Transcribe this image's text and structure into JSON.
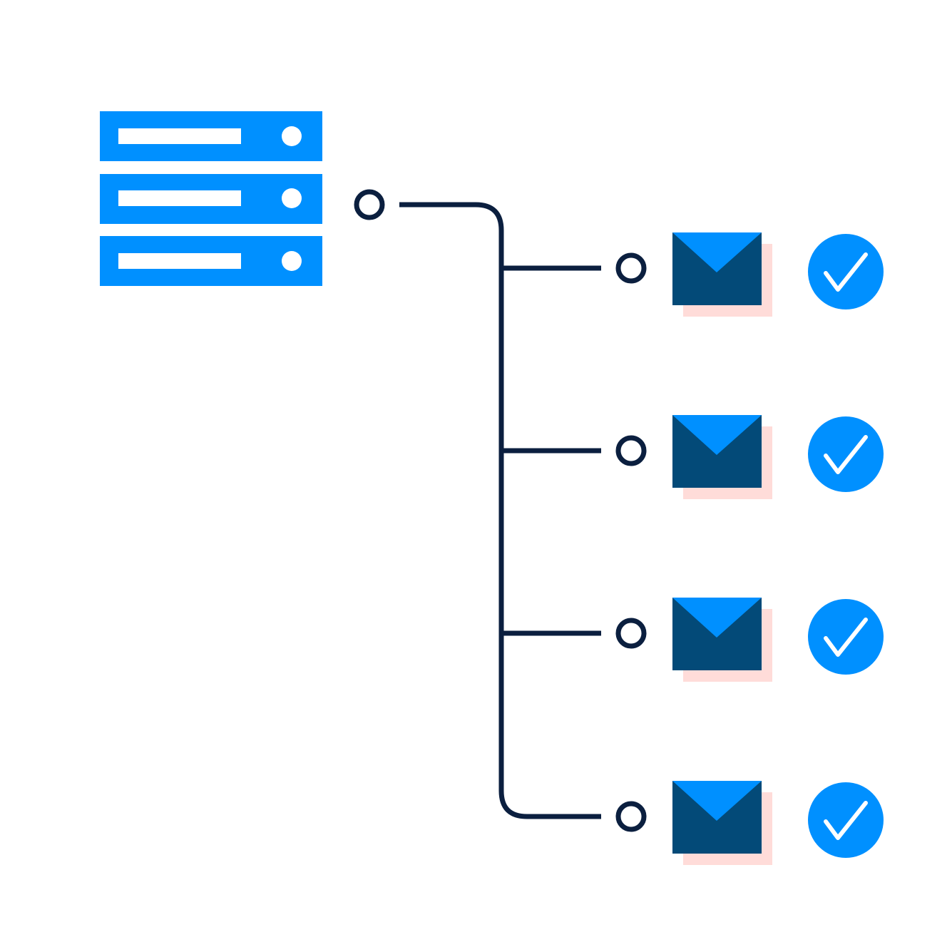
{
  "diagram": {
    "server": {
      "icon": "server-rack-icon",
      "unit_count": 3
    },
    "recipients": [
      {
        "icon": "envelope-icon",
        "status_icon": "check-circle-icon",
        "status": "delivered"
      },
      {
        "icon": "envelope-icon",
        "status_icon": "check-circle-icon",
        "status": "delivered"
      },
      {
        "icon": "envelope-icon",
        "status_icon": "check-circle-icon",
        "status": "delivered"
      },
      {
        "icon": "envelope-icon",
        "status_icon": "check-circle-icon",
        "status": "delivered"
      }
    ],
    "colors": {
      "accent_blue": "#0090ff",
      "line_navy": "#0b1f3f",
      "envelope_dark": "#034a78",
      "envelope_shadow": "#ffdcd9",
      "background": "#ffffff"
    }
  }
}
